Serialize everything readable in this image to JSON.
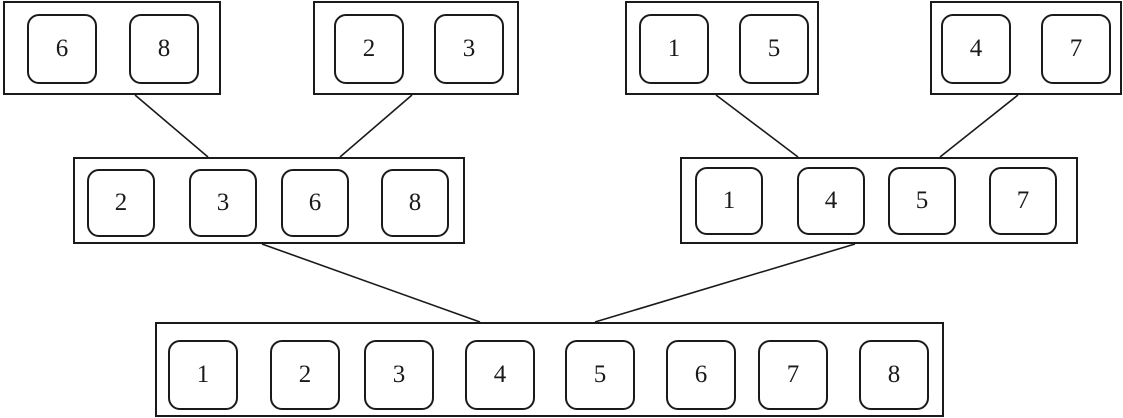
{
  "diagram": {
    "top_level": [
      {
        "values": [
          "6",
          "8"
        ]
      },
      {
        "values": [
          "2",
          "3"
        ]
      },
      {
        "values": [
          "1",
          "5"
        ]
      },
      {
        "values": [
          "4",
          "7"
        ]
      }
    ],
    "middle_level": [
      {
        "values": [
          "2",
          "3",
          "6",
          "8"
        ]
      },
      {
        "values": [
          "1",
          "4",
          "5",
          "7"
        ]
      }
    ],
    "bottom_level": {
      "values": [
        "1",
        "2",
        "3",
        "4",
        "5",
        "6",
        "7",
        "8"
      ]
    }
  }
}
